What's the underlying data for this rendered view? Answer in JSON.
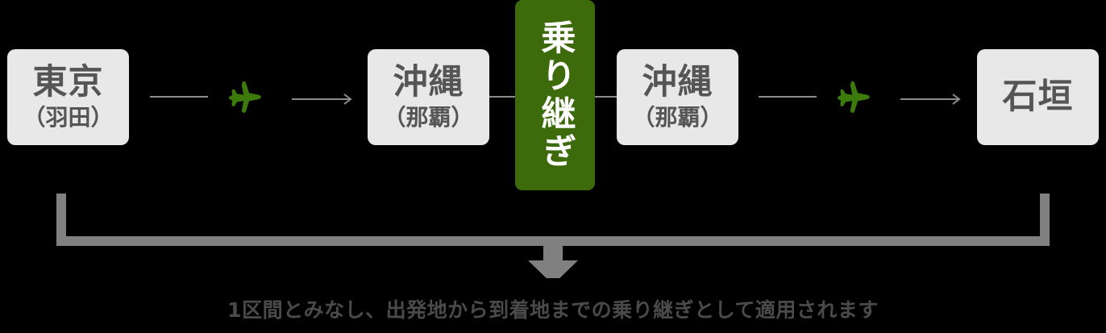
{
  "diagram": {
    "title_caption": "1区間とみなし、出発地から到着地までの乗り継ぎとして適用されます",
    "colors": {
      "box_background": "#e8e8e8",
      "box_text": "#555555",
      "transfer_box_background": "#3d6b0c",
      "transfer_box_text": "#ffffff",
      "connector": "#8c8c8c",
      "bracket": "#808080",
      "plane_icon": "#3d7a0c",
      "page_background": "#000000"
    },
    "nodes": [
      {
        "id": "tokyo",
        "name": "東京",
        "sub": "（羽田）",
        "type": "station"
      },
      {
        "id": "okinawa-departure",
        "name": "沖縄",
        "sub": "（那覇）",
        "type": "station"
      },
      {
        "id": "transfer",
        "name": "乗り継ぎ",
        "sub": "",
        "type": "transfer"
      },
      {
        "id": "okinawa-arrival",
        "name": "沖縄",
        "sub": "（那覇）",
        "type": "station"
      },
      {
        "id": "ishigaki",
        "name": "石垣",
        "sub": "",
        "type": "station"
      }
    ],
    "legs": [
      {
        "id": "leg-1",
        "from": "tokyo",
        "to": "okinawa-departure",
        "icon": "airplane-icon"
      },
      {
        "id": "leg-2",
        "from": "okinawa-arrival",
        "to": "ishigaki",
        "icon": "airplane-icon"
      }
    ],
    "bracket": {
      "icon": "down-arrow-icon",
      "spans_from": "tokyo",
      "spans_to": "ishigaki"
    }
  }
}
